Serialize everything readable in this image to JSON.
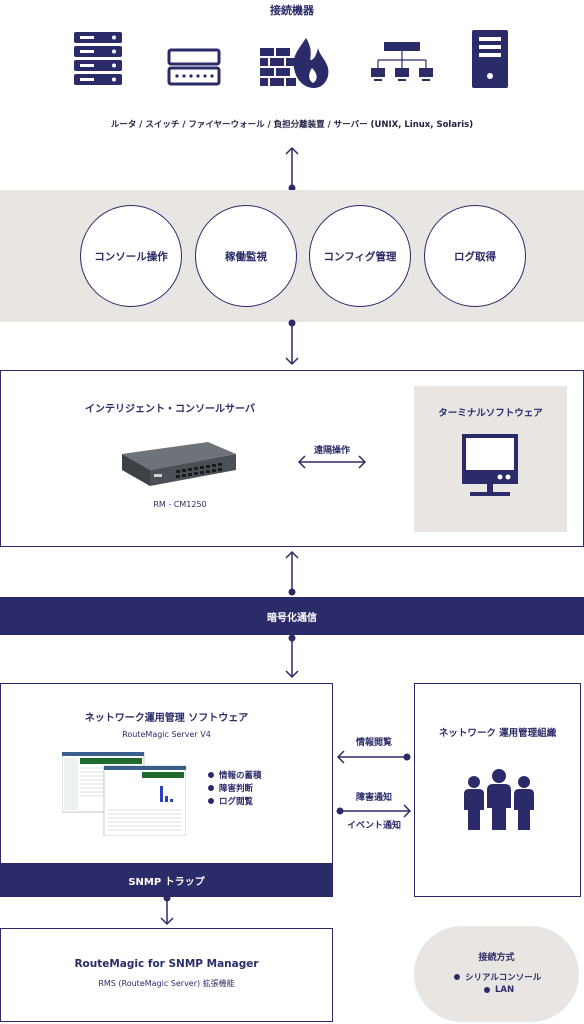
{
  "connected_devices": {
    "title": "接続機器",
    "caption": "ルータ / スイッチ / ファイヤーウォール / 負担分離装置 / サーバー (UNIX, Linux, Solaris)",
    "icons": [
      "server-rack-icon",
      "switch-icon",
      "firewall-icon",
      "network-topology-icon",
      "tower-server-icon"
    ]
  },
  "functions": [
    "コンソール操作",
    "稼働監視",
    "コンフィグ管理",
    "ログ取得"
  ],
  "console_server": {
    "title": "インテリジェント・コンソールサーバ",
    "model": "RM - CM1250",
    "remote_label": "遠隔操作",
    "terminal_title": "ターミナルソフトウェア"
  },
  "encryption_label": "暗号化通信",
  "management_software": {
    "title": "ネットワーク運用管理 ソフトウェア",
    "subtitle": "RouteMagic Server V4",
    "features": [
      "情報の蓄積",
      "障害判断",
      "ログ閲覧"
    ],
    "snmp_label": "SNMP トラップ"
  },
  "arrows": {
    "info_view": "情報閲覧",
    "fault_notice": "障害通知",
    "event_notice": "イベント通知"
  },
  "organization": {
    "title": "ネットワーク 運用管理組織"
  },
  "snmp_manager": {
    "title": "RouteMagic for SNMP Manager",
    "subtitle": "RMS (RouteMagic Server) 拡張機能"
  },
  "connection_method": {
    "title": "接続方式",
    "items": [
      "シリアルコンソール",
      "LAN"
    ]
  },
  "colors": {
    "navy": "#2b2b6a",
    "gray_band": "#e8e5e2"
  }
}
